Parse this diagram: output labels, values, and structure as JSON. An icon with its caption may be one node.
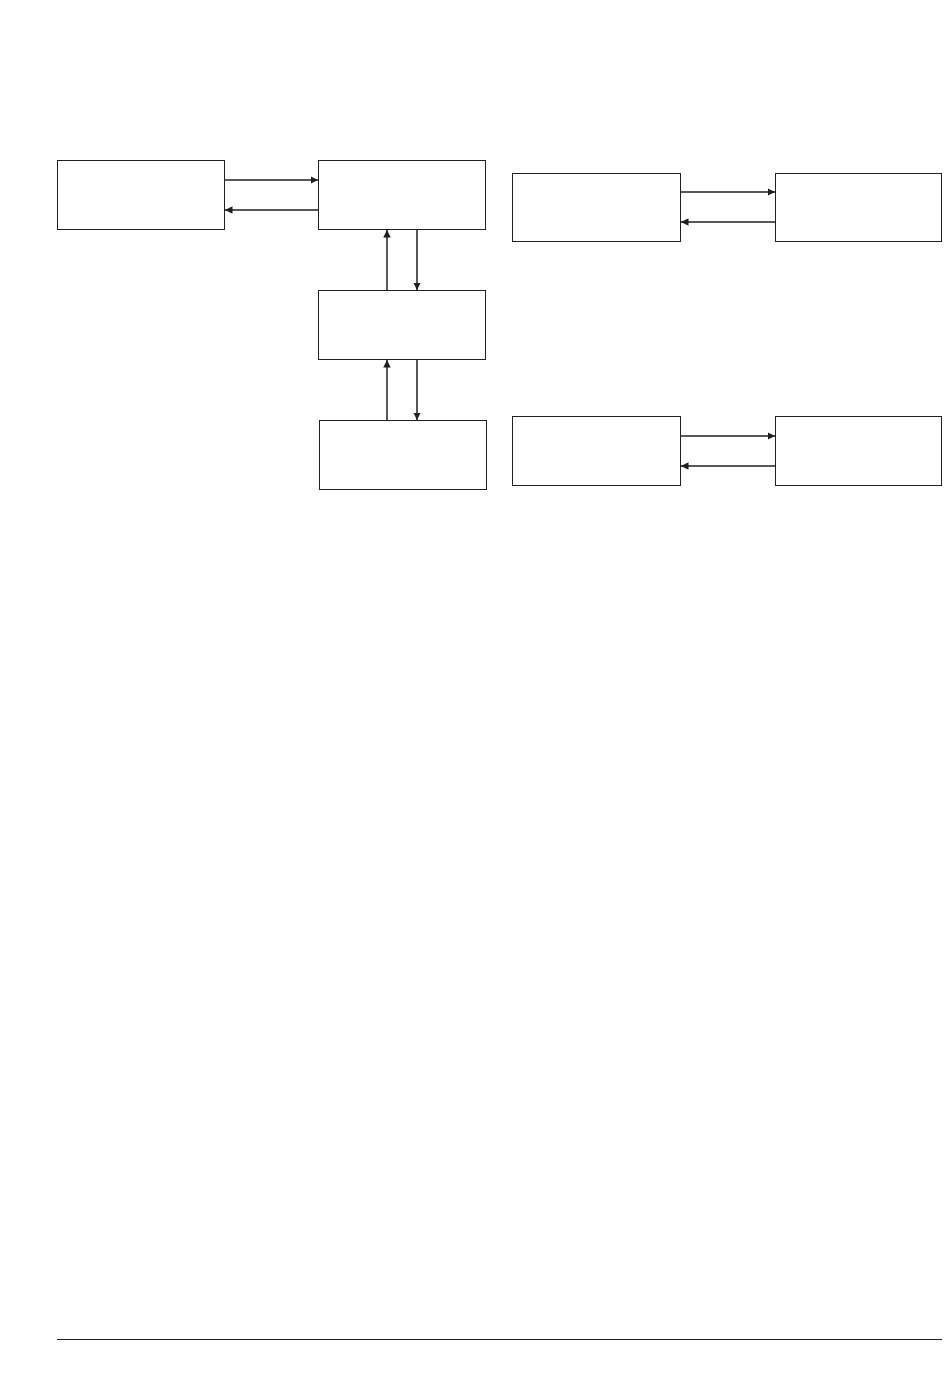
{
  "diagram": {
    "nodes": [
      {
        "text": [],
        "shape": "box"
      },
      {
        "text": [],
        "shape": "box"
      },
      {
        "text": [],
        "shape": "box"
      },
      {
        "text": [],
        "shape": "box"
      },
      {
        "text": [],
        "shape": "box"
      },
      {
        "text": [],
        "shape": "box"
      },
      {
        "text": [],
        "shape": "box"
      },
      {
        "text": [],
        "shape": "box"
      }
    ],
    "edges": [
      {
        "from": 0,
        "to": 1,
        "arrow": "to"
      },
      {
        "from": 1,
        "to": 0,
        "arrow": "to"
      },
      {
        "from": 4,
        "to": 1,
        "arrow": "to"
      },
      {
        "from": 1,
        "to": 4,
        "arrow": "to"
      },
      {
        "from": 2,
        "to": 3,
        "arrow": "to"
      },
      {
        "from": 3,
        "to": 2,
        "arrow": "to"
      },
      {
        "from": 5,
        "to": 4,
        "arrow": "to"
      },
      {
        "from": 4,
        "to": 5,
        "arrow": "to"
      },
      {
        "from": 6,
        "to": 7,
        "arrow": "to"
      },
      {
        "from": 7,
        "to": 6,
        "arrow": "to"
      }
    ]
  }
}
